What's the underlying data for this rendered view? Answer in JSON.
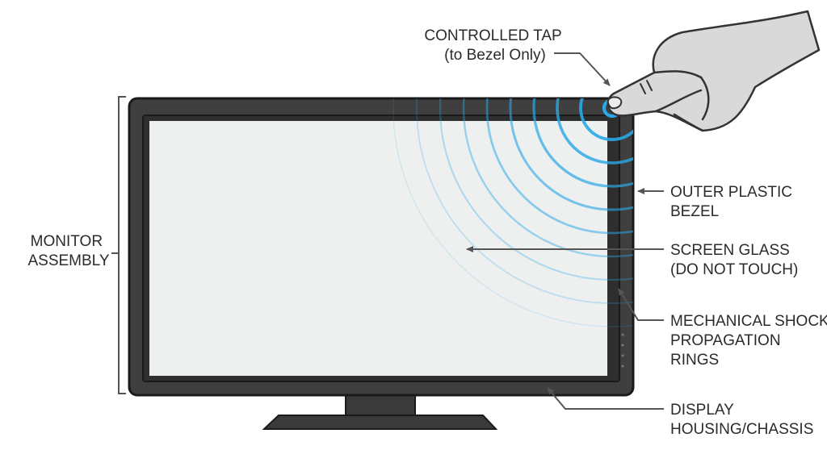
{
  "labels": {
    "controlled_tap": {
      "line1": "CONTROLLED TAP",
      "line2": "(to Bezel Only)"
    },
    "outer_bezel": {
      "line1": "OUTER PLASTIC",
      "line2": "BEZEL"
    },
    "screen_glass": {
      "line1": "SCREEN GLASS",
      "line2": "(DO NOT TOUCH)"
    },
    "shock_rings": {
      "line1": "MECHANICAL SHOCK",
      "line2": "PROPAGATION",
      "line3": "RINGS"
    },
    "housing": {
      "line1": "DISPLAY",
      "line2": "HOUSING/CHASSIS"
    },
    "monitor_assembly": {
      "line1": "MONITOR",
      "line2": "ASSEMBLY"
    }
  },
  "colors": {
    "bezel": "#3f3f3f",
    "bezel_outline": "#1a1a1a",
    "screen": "#eef0f0",
    "rings": "#2aa8e6",
    "hand_fill": "#d9d9d9",
    "leader": "#555555"
  },
  "icons": [
    "hand-pointer-icon",
    "shock-rings-icon"
  ]
}
